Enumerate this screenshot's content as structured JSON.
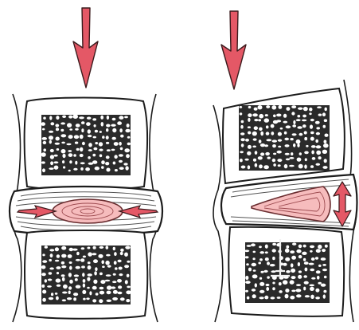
{
  "figure": {
    "panels": [
      {
        "id": "left",
        "description_state": "neutral"
      },
      {
        "id": "right",
        "description_state": "tilted"
      }
    ],
    "colors": {
      "arrow": "#e45866",
      "arrow_stroke": "#3a1a1c",
      "nucleus": "#f6bcbd",
      "bone_pore": "#2a2a2a",
      "outline": "#1c1c1c",
      "background": "#ffffff"
    },
    "icons": [
      "down-arrow-icon",
      "double-arrow-icon"
    ]
  }
}
